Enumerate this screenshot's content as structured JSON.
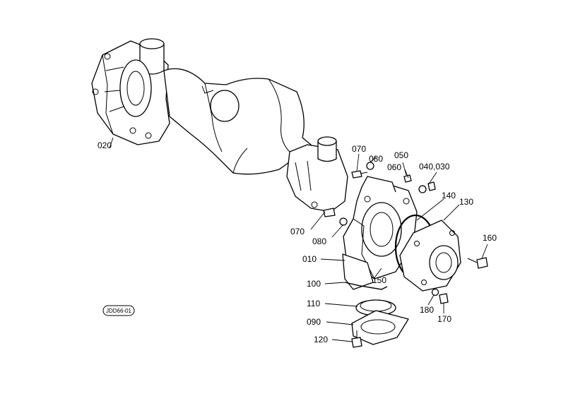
{
  "diagram": {
    "reference_code": "JDD66-01",
    "labels": [
      {
        "id": "020",
        "text": "020"
      },
      {
        "id": "070a",
        "text": "070"
      },
      {
        "id": "080a",
        "text": "080"
      },
      {
        "id": "050",
        "text": "050"
      },
      {
        "id": "060",
        "text": "060"
      },
      {
        "id": "040",
        "text": "040,030"
      },
      {
        "id": "140",
        "text": "140"
      },
      {
        "id": "130",
        "text": "130"
      },
      {
        "id": "160",
        "text": "160"
      },
      {
        "id": "070b",
        "text": "070"
      },
      {
        "id": "080b",
        "text": "080"
      },
      {
        "id": "010",
        "text": "010"
      },
      {
        "id": "150",
        "text": "150"
      },
      {
        "id": "100",
        "text": "100"
      },
      {
        "id": "110",
        "text": "110"
      },
      {
        "id": "090",
        "text": "090"
      },
      {
        "id": "120",
        "text": "120"
      },
      {
        "id": "180",
        "text": "180"
      },
      {
        "id": "170",
        "text": "170"
      }
    ]
  }
}
